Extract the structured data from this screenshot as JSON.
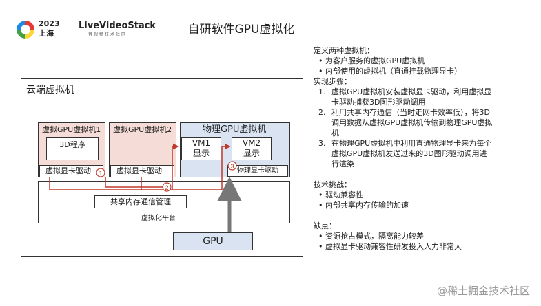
{
  "header": {
    "logo_year": "2023",
    "logo_city": "上海",
    "logo_brand": "LiveVideoStack",
    "logo_tagline": "音视频技术社区",
    "title": "自研软件GPU虚拟化"
  },
  "diagram": {
    "cloud_title": "云端虚拟机",
    "vm1_title": "虚拟GPU虚拟机1",
    "vm1_program": "3D程序",
    "vm1_driver": "虚拟显卡驱动",
    "vm2_title": "虚拟GPU虚拟机2",
    "vm2_driver": "虚拟显卡驱动",
    "pgpu_title": "物理GPU虚拟机",
    "vm1_display_line1": "VM1",
    "vm1_display_line2": "显示",
    "vm2_display_line1": "VM2",
    "vm2_display_line2": "显示",
    "pgpu_driver": "物理显卡驱动",
    "shared_memory": "共享内存通信管理",
    "platform": "虚拟化平台",
    "gpu": "GPU",
    "step_markers": [
      "1",
      "2",
      "3"
    ],
    "colors": {
      "arrow": "#c0392b",
      "vm_fill": "#f6dcd6",
      "physical_fill": "#d9e3f1"
    }
  },
  "right_panel": {
    "def_title": "定义两种虚拟机：",
    "def_items": [
      "为客户服务的虚拟GPU虚拟机",
      "内部使用的虚拟机（直通挂载物理显卡）"
    ],
    "steps_title": "实现步骤：",
    "steps": [
      {
        "num": "1.",
        "text": "虚拟GPU虚拟机安装虚拟显卡驱动，利用虚拟显卡驱动捕获3D图形驱动调用"
      },
      {
        "num": "2.",
        "text": "利用共享内存通信（当时走网卡效率低），将3D调用数据从虚拟GPU虚拟机传输到物理GPU虚拟机"
      },
      {
        "num": "3.",
        "text": "在物理GPU虚拟机中利用直通物理显卡来为每个虚拟GPU虚拟机发送过来的3D图形驱动调用进行渲染"
      }
    ],
    "challenge_title": "技术挑战：",
    "challenge_items": [
      "驱动兼容性",
      "内部共享内存传输的加速"
    ],
    "cons_title": "缺点：",
    "cons_items": [
      "资源抢占模式，隔离能力较差",
      "虚拟显卡驱动兼容性研发投入人力非常大"
    ]
  },
  "watermark": "@稀土掘金技术社区"
}
